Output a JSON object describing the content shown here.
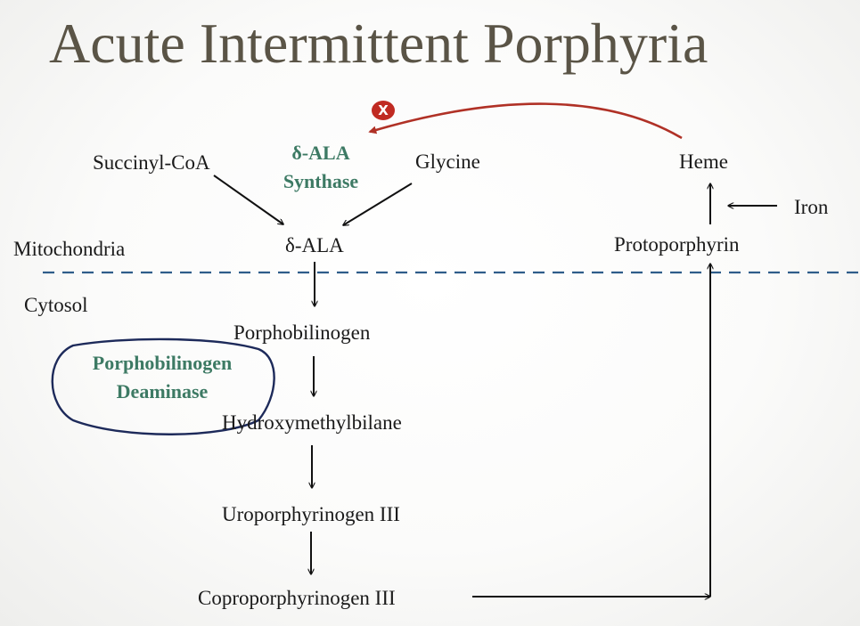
{
  "title": "Acute Intermittent Porphyria",
  "compartments": {
    "mitochondria": "Mitochondria",
    "cytosol": "Cytosol"
  },
  "substrates": {
    "succinyl_coa": "Succinyl-CoA",
    "glycine": "Glycine"
  },
  "enzymes": {
    "ala_synthase": [
      "δ-ALA",
      "Synthase"
    ],
    "pbg_deaminase": [
      "Porphobilinogen",
      "Deaminase"
    ]
  },
  "intermediates": {
    "ala": "δ-ALA",
    "porphobilinogen": "Porphobilinogen",
    "hydroxymethylbilane": "Hydroxymethylbilane",
    "uroporphyrinogen": "Uroporphyrinogen III",
    "coproporphyrinogen": "Coproporphyrinogen III",
    "protoporphyrin": "Protoporphyrin",
    "heme": "Heme"
  },
  "cofactors": {
    "iron": "Iron"
  },
  "feedback": {
    "symbol": "X",
    "color": "#b03126",
    "icon": "inhibition-x-icon"
  },
  "colors": {
    "title": "#5a5446",
    "enzyme": "#3d7a64",
    "membrane": "#2f5d8a",
    "circle": "#1d2a5a"
  }
}
